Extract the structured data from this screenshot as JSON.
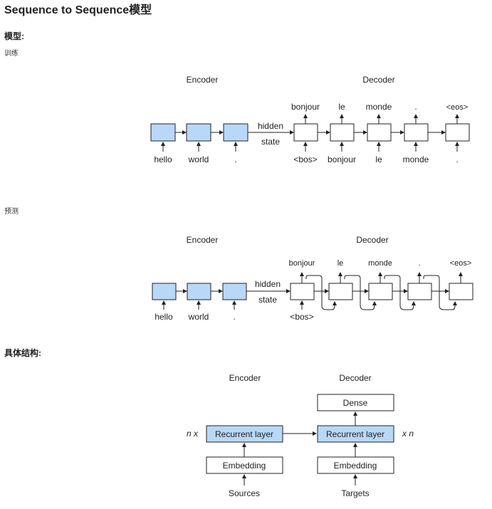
{
  "page": {
    "title": "Sequence to Sequence模型",
    "section_model": "模型:",
    "label_train": "训练",
    "label_predict": "预测",
    "section_structure": "具体结构:"
  },
  "colors": {
    "encoder_fill": "#b8d8f8",
    "box_stroke": "#222222",
    "white_fill": "#ffffff"
  },
  "train": {
    "encoder_title": "Encoder",
    "decoder_title": "Decoder",
    "hidden": "hidden",
    "state": "state",
    "encoder_inputs": [
      "hello",
      "world",
      "."
    ],
    "decoder_outputs": [
      "bonjour",
      "le",
      "monde",
      ".",
      "<eos>"
    ],
    "decoder_inputs": [
      "<bos>",
      "bonjour",
      "le",
      "monde",
      "."
    ]
  },
  "predict": {
    "encoder_title": "Encoder",
    "decoder_title": "Decoder",
    "hidden": "hidden",
    "state": "state",
    "encoder_inputs": [
      "hello",
      "world",
      "."
    ],
    "decoder_outputs": [
      "bonjour",
      "le",
      "monde",
      ".",
      "<eos>"
    ],
    "decoder_input": "<bos>"
  },
  "structure": {
    "encoder_title": "Encoder",
    "decoder_title": "Decoder",
    "dense": "Dense",
    "recurrent_left": "Recurrent layer",
    "recurrent_right": "Recurrent layer",
    "embedding_left": "Embedding",
    "embedding_right": "Embedding",
    "sources": "Sources",
    "targets": "Targets",
    "nx": "n x",
    "xn": "x n"
  }
}
